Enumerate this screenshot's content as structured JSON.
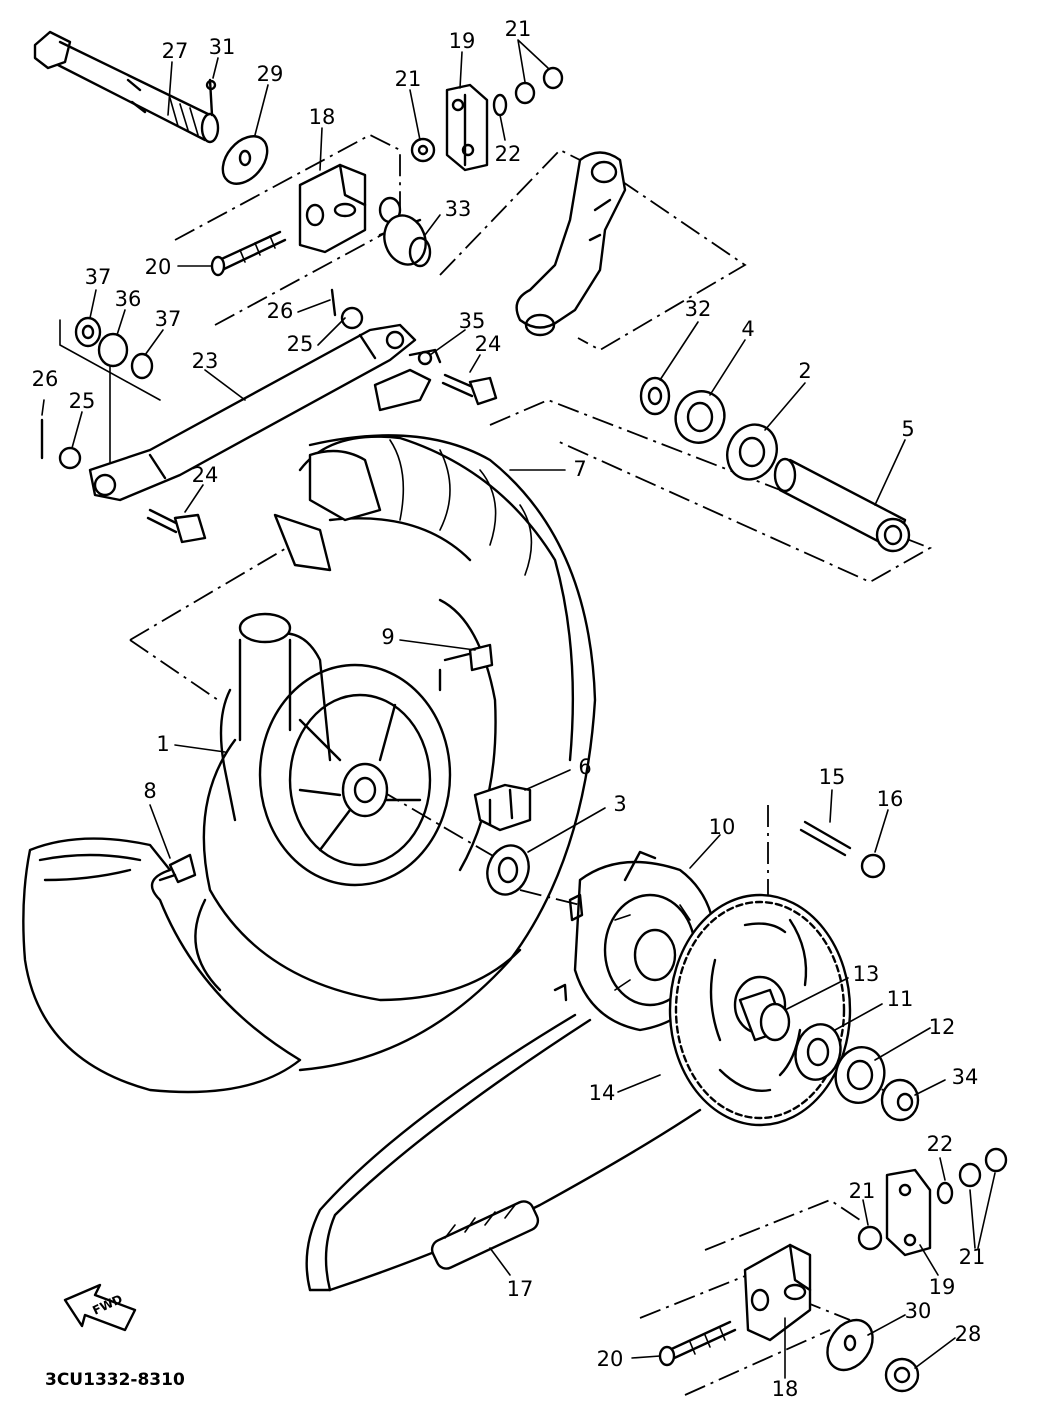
{
  "diagram": {
    "drawing_code": "3CU1332-8310",
    "direction_label": "FWD",
    "callouts": [
      {
        "id": "c27a",
        "text": "27"
      },
      {
        "id": "c31",
        "text": "31"
      },
      {
        "id": "c29",
        "text": "29"
      },
      {
        "id": "c18a",
        "text": "18"
      },
      {
        "id": "c21a",
        "text": "21"
      },
      {
        "id": "c19a",
        "text": "19"
      },
      {
        "id": "c21b",
        "text": "21"
      },
      {
        "id": "c22a",
        "text": "22"
      },
      {
        "id": "c33",
        "text": "33"
      },
      {
        "id": "c20a",
        "text": "20"
      },
      {
        "id": "c37a",
        "text": "37"
      },
      {
        "id": "c36",
        "text": "36"
      },
      {
        "id": "c37b",
        "text": "37"
      },
      {
        "id": "c26a",
        "text": "26"
      },
      {
        "id": "c25a",
        "text": "25"
      },
      {
        "id": "c35",
        "text": "35"
      },
      {
        "id": "c24a",
        "text": "24"
      },
      {
        "id": "c23",
        "text": "23"
      },
      {
        "id": "c26b",
        "text": "26"
      },
      {
        "id": "c25b",
        "text": "25"
      },
      {
        "id": "c24b",
        "text": "24"
      },
      {
        "id": "c32",
        "text": "32"
      },
      {
        "id": "c4",
        "text": "4"
      },
      {
        "id": "c2",
        "text": "2"
      },
      {
        "id": "c5",
        "text": "5"
      },
      {
        "id": "c7",
        "text": "7"
      },
      {
        "id": "c9",
        "text": "9"
      },
      {
        "id": "c1",
        "text": "1"
      },
      {
        "id": "c6",
        "text": "6"
      },
      {
        "id": "c3",
        "text": "3"
      },
      {
        "id": "c8",
        "text": "8"
      },
      {
        "id": "c10",
        "text": "10"
      },
      {
        "id": "c15",
        "text": "15"
      },
      {
        "id": "c16",
        "text": "16"
      },
      {
        "id": "c13",
        "text": "13"
      },
      {
        "id": "c11",
        "text": "11"
      },
      {
        "id": "c12",
        "text": "12"
      },
      {
        "id": "c14",
        "text": "14"
      },
      {
        "id": "c34",
        "text": "34"
      },
      {
        "id": "c22b",
        "text": "22"
      },
      {
        "id": "c21c",
        "text": "21"
      },
      {
        "id": "c21d",
        "text": "21"
      },
      {
        "id": "c19b",
        "text": "19"
      },
      {
        "id": "c17",
        "text": "17"
      },
      {
        "id": "c30",
        "text": "30"
      },
      {
        "id": "c28",
        "text": "28"
      },
      {
        "id": "c20b",
        "text": "20"
      },
      {
        "id": "c18b",
        "text": "18"
      }
    ]
  }
}
